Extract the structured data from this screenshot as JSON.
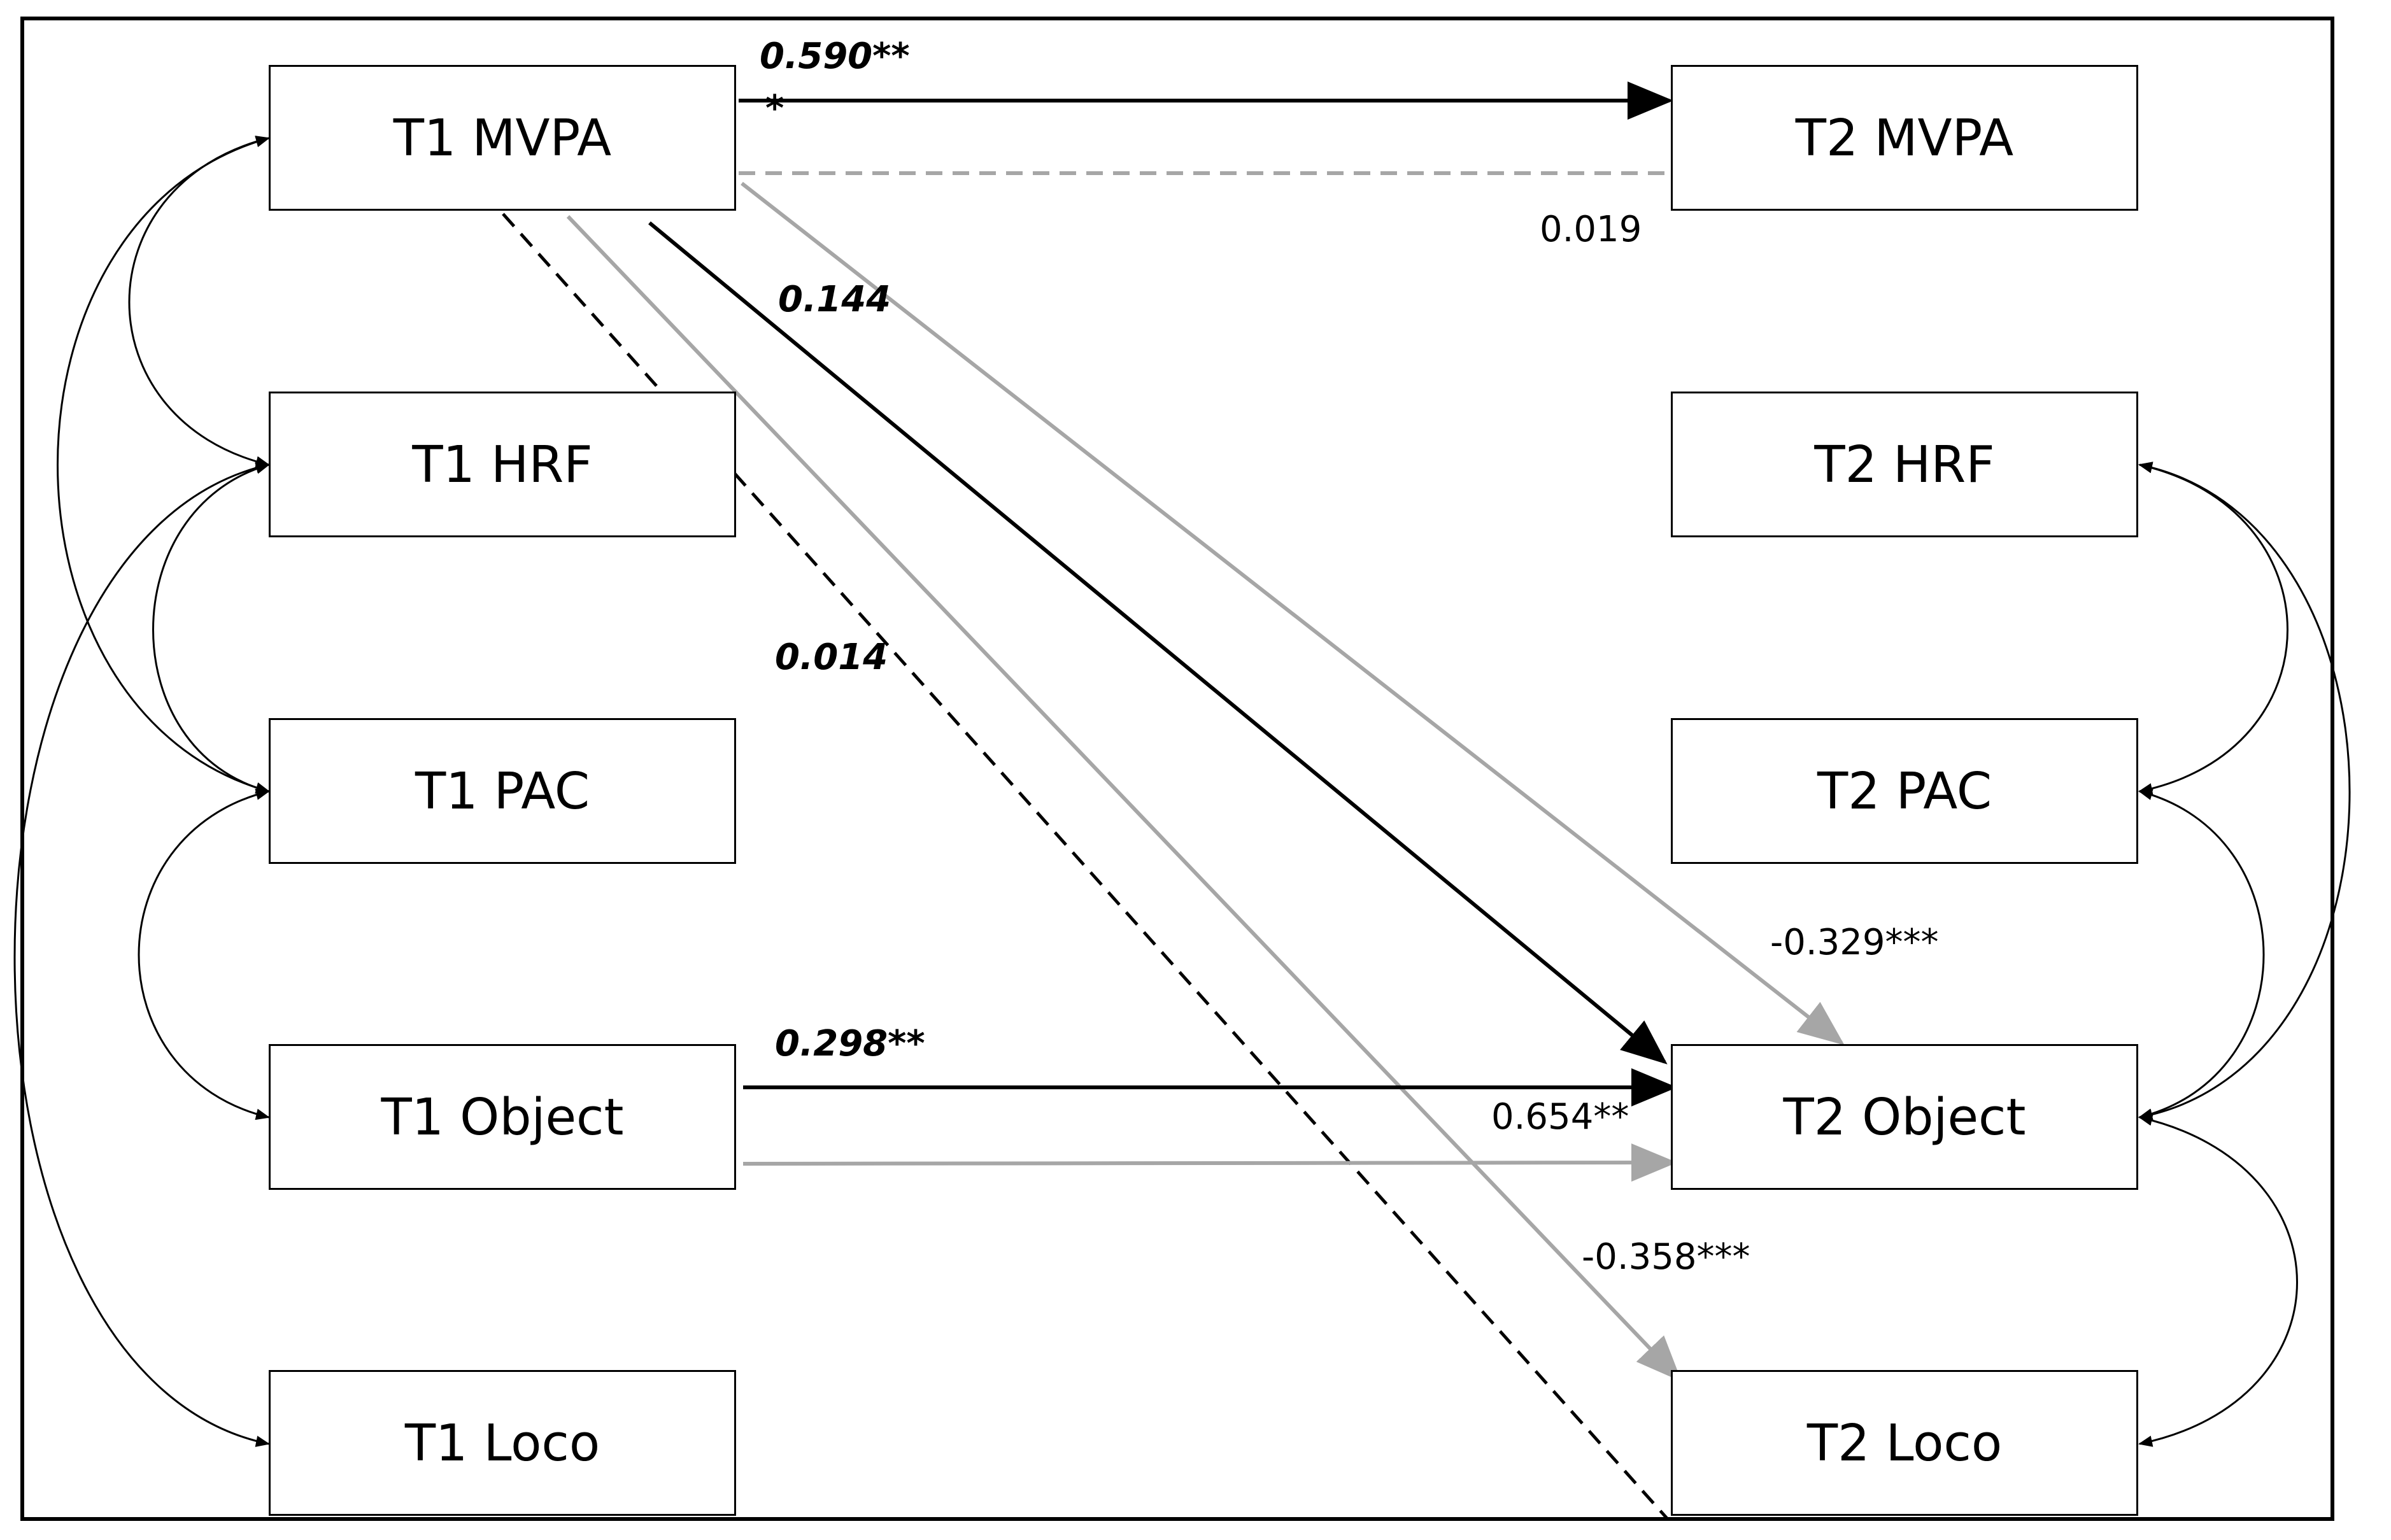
{
  "nodes": {
    "t1_mvpa": "T1 MVPA",
    "t1_hrf": "T1 HRF",
    "t1_pac": "T1 PAC",
    "t1_object": "T1 Object",
    "t1_loco": "T1 Loco",
    "t2_mvpa": "T2 MVPA",
    "t2_hrf": "T2 HRF",
    "t2_pac": "T2 PAC",
    "t2_object": "T2 Object",
    "t2_loco": "T2 Loco"
  },
  "labels": {
    "mvpa_mvpa_black": "0.590**",
    "mvpa_mvpa_black_star": "*",
    "mvpa_mvpa_gray": "0.019",
    "mvpa_object_black": "0.144",
    "mvpa_loco_black": "0.014",
    "object_object_black": "0.298**",
    "object_object_gray": "0.654**",
    "mvpa_object_gray": "-0.329***",
    "mvpa_loco_gray": "-0.358***"
  },
  "colors": {
    "primary_path": "#000000",
    "secondary_path": "#a6a6a6"
  }
}
